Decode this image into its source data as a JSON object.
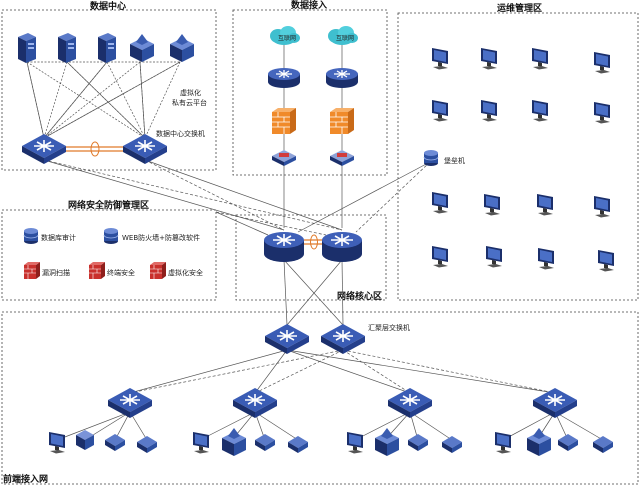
{
  "zones": {
    "data_center": "数据中心",
    "data_access": "数据接入",
    "ops_management": "运维管理区",
    "security_defense": "网络安全防御管理区",
    "network_core": "网络核心区",
    "frontend_access": "前端接入网"
  },
  "labels": {
    "virtual_platform_line1": "虚拟化",
    "virtual_platform_line2": "私有云平台",
    "dc_switch": "数据中心交换机",
    "bastion": "堡垒机",
    "db_audit": "数据库审计",
    "web_firewall": "WEB防火墙+防篡改软件",
    "vuln_scan": "漏洞扫描",
    "terminal_security": "终端安全",
    "virtual_security": "虚拟化安全",
    "aggregation_switch": "汇聚层交换机",
    "cloud_1": "互联网",
    "cloud_2": "互联网"
  },
  "colors": {
    "device_blue": "#2c4fa0",
    "device_dark": "#1b2f6b",
    "firewall_orange": "#f08a2a",
    "security_red": "#c9302c",
    "cloud_teal": "#3fbfcf",
    "link_gray": "#555555",
    "zone_border": "#444444"
  },
  "icons": [
    "server-icon",
    "switch-icon",
    "router-icon",
    "firewall-icon",
    "cloud-icon",
    "monitor-icon",
    "database-icon",
    "camera-icon"
  ]
}
